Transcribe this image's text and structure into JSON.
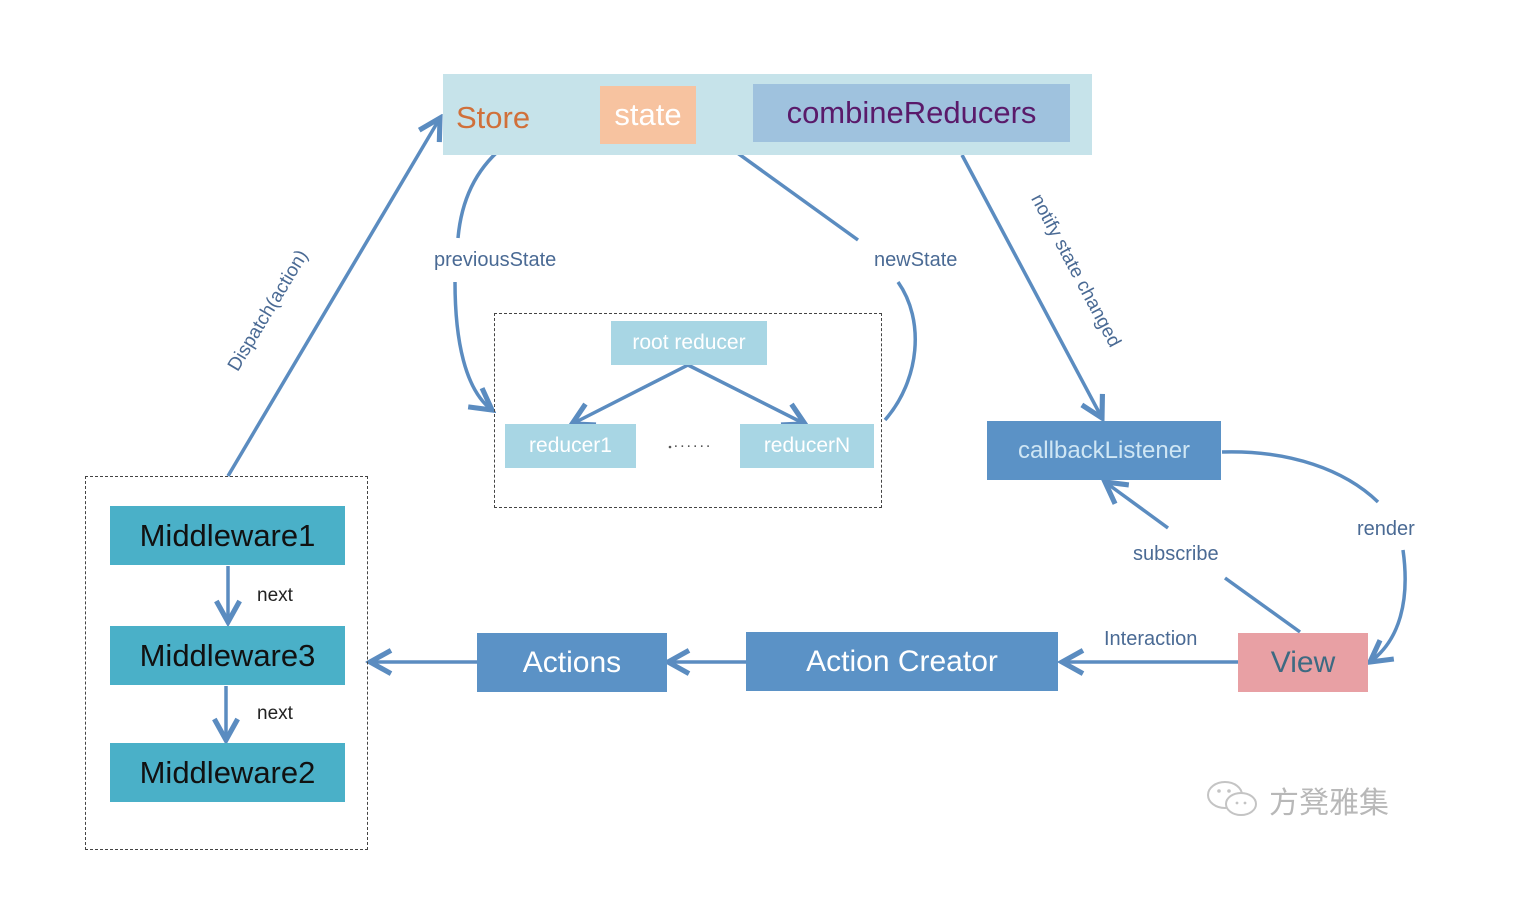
{
  "colors": {
    "arrow": "#5b8cc0",
    "store_bg": "#c6e3ea",
    "store_label": "#d0703a",
    "state_bg": "#f7c3a0",
    "combine_bg": "#9fc2de",
    "combine_text": "#5a1a6a",
    "reducer_bg": "#a8d6e4",
    "middleware_bg": "#4ab0c8",
    "blue_box": "#5b92c6",
    "view_bg": "#e8a0a4"
  },
  "store": {
    "label": "Store",
    "state": "state",
    "combine_reducers": "combineReducers"
  },
  "reducers": {
    "root": "root reducer",
    "first": "reducer1",
    "ellipsis": "......",
    "last": "reducerN"
  },
  "edges": {
    "previous_state": "previousState",
    "new_state": "newState",
    "dispatch": "Dispatch(action)",
    "notify": "notify state changed",
    "subscribe": "subscribe",
    "render": "render",
    "interaction": "Interaction",
    "next1": "next",
    "next2": "next"
  },
  "middlewares": [
    "Middleware1",
    "Middleware3",
    "Middleware2"
  ],
  "flow": {
    "actions": "Actions",
    "action_creator": "Action Creator",
    "view": "View",
    "callback_listener": "callbackListener"
  },
  "watermark": {
    "text": "方凳雅集",
    "icon": "wechat-icon"
  }
}
